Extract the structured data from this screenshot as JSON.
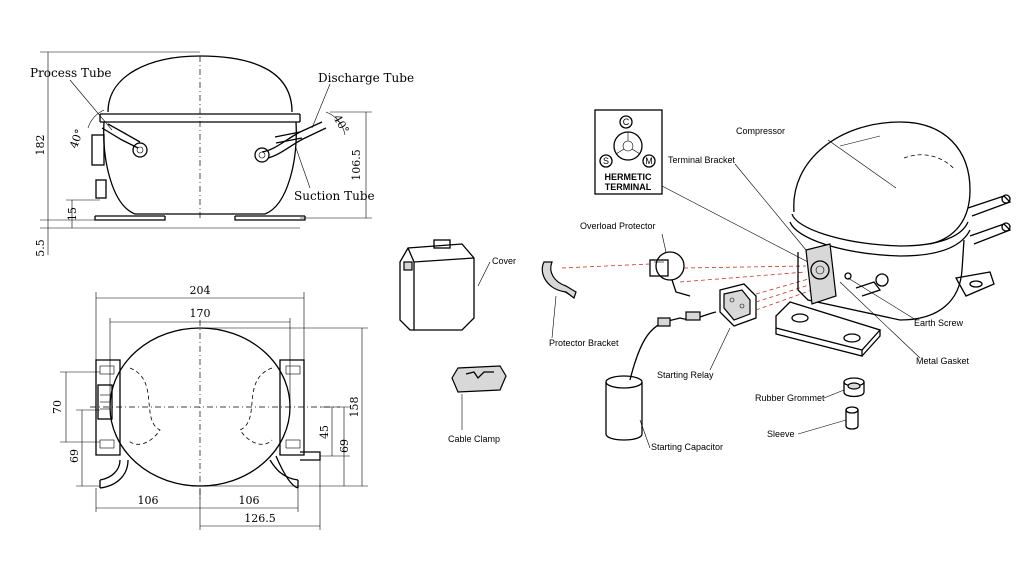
{
  "side_view": {
    "process_tube": "Process Tube",
    "discharge_tube": "Discharge Tube",
    "suction_tube": "Suction Tube",
    "dim_height": "182",
    "dim_106_5": "106.5",
    "dim_15": "15",
    "dim_5_5": "5.5",
    "angle_left": "40°",
    "angle_right": "40°"
  },
  "top_view": {
    "dim_204": "204",
    "dim_170": "170",
    "dim_158": "158",
    "dim_70": "70",
    "dim_69_left": "69",
    "dim_45": "45",
    "dim_69_right": "69",
    "dim_106_left": "106",
    "dim_106_right": "106",
    "dim_126_5": "126.5"
  },
  "parts": {
    "cover": "Cover",
    "cable_clamp": "Cable Clamp",
    "overload_protector": "Overload Protector",
    "protector_bracket": "Protector Bracket",
    "starting_relay": "Starting Relay",
    "starting_capacitor": "Starting Capacitor",
    "compressor": "Compressor",
    "terminal_bracket": "Terminal Bracket",
    "earth_screw": "Earth Screw",
    "metal_gasket": "Metal Gasket",
    "rubber_grommet": "Rubber Grommet",
    "sleeve": "Sleeve"
  },
  "hermetic_terminal": {
    "line1": "HERMETIC",
    "line2": "TERMINAL",
    "pin_c": "C",
    "pin_s": "S",
    "pin_m": "M"
  }
}
